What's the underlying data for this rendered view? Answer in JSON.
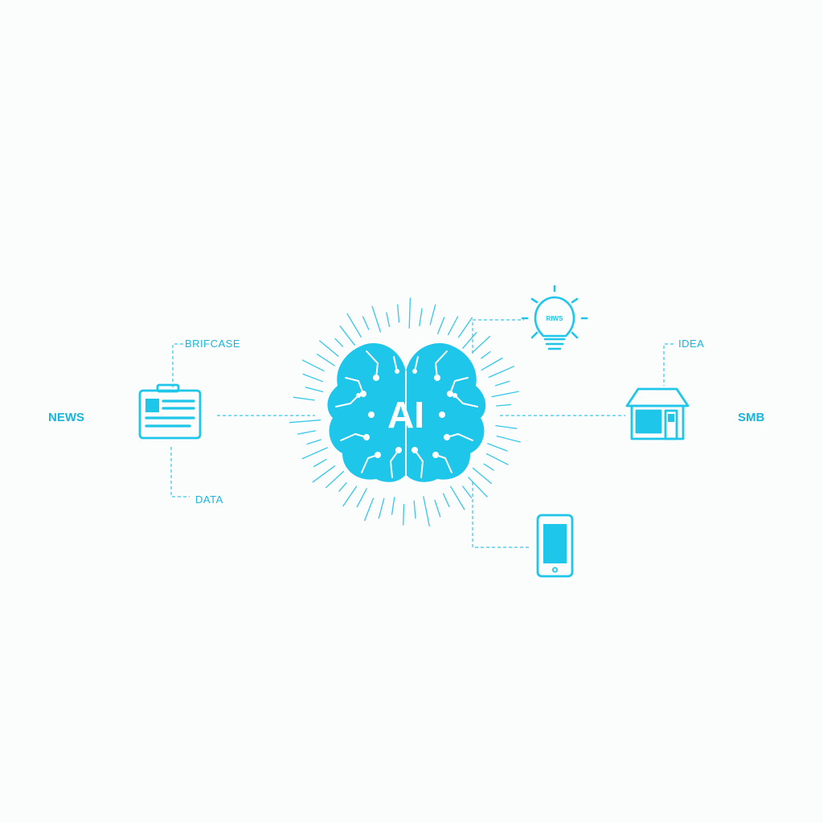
{
  "colors": {
    "accent": "#1ec6ea",
    "accent_dark": "#12b8de",
    "text": "#19b6dc",
    "background": "#fbfcfc"
  },
  "icons": {
    "left": "newspaper-icon",
    "center": "ai-brain-icon",
    "top_right": "lightbulb-icon",
    "right": "storefront-icon",
    "bottom_right": "smartphone-icon"
  },
  "diagram": {
    "center_text": "AI",
    "bulb_text": "RIWS",
    "labels": {
      "news": "NEWS",
      "briefcase": "BRIFCASE",
      "data": "DATA",
      "idea": "IDEA",
      "smb": "SMB"
    }
  }
}
